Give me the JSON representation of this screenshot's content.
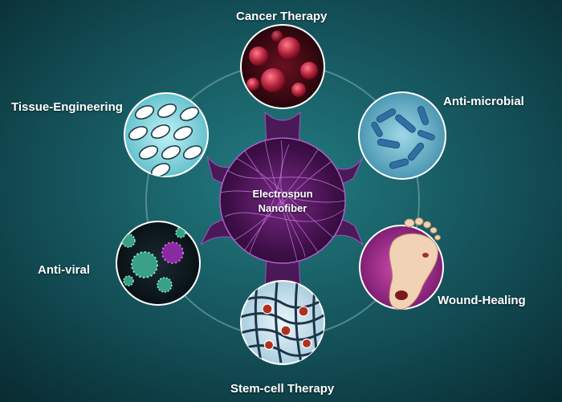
{
  "center": {
    "line1": "Electrospun",
    "line2": "Nanofiber"
  },
  "applications": {
    "cancer_therapy": "Cancer Therapy",
    "anti_microbial": "Anti-microbial",
    "tissue_engineering": "Tissue-Engineering",
    "anti_viral": "Anti-viral",
    "wound_healing": "Wound-Healing",
    "stem_cell_therapy": "Stem-cell Therapy"
  },
  "colors": {
    "background_center": "#1f6e74",
    "background_edge": "#0a2f35",
    "hub": "#4a1450",
    "fiber": "#c86be0",
    "orbit_ring": "#7fb3b6"
  }
}
